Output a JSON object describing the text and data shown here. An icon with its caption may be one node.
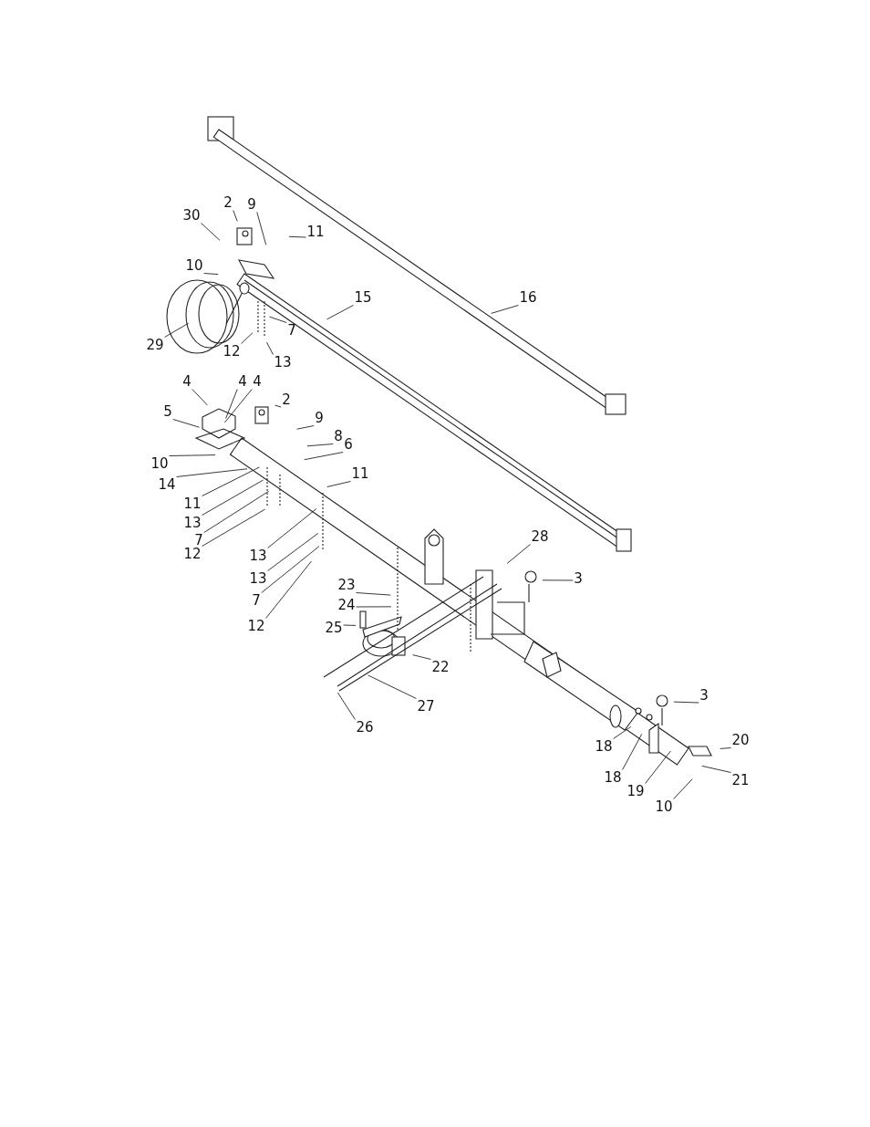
{
  "diagram": {
    "nodes": [
      {
        "text": [
          "30"
        ]
      },
      {
        "text": [
          "2"
        ]
      },
      {
        "text": [
          "9"
        ]
      },
      {
        "text": [
          "11"
        ]
      },
      {
        "text": [
          "10"
        ]
      },
      {
        "text": [
          "15"
        ]
      },
      {
        "text": [
          "16"
        ]
      },
      {
        "text": [
          "29"
        ]
      },
      {
        "text": [
          "7"
        ]
      },
      {
        "text": [
          "12"
        ]
      },
      {
        "text": [
          "13"
        ]
      },
      {
        "text": [
          "4"
        ]
      },
      {
        "text": [
          "4"
        ]
      },
      {
        "text": [
          "4"
        ]
      },
      {
        "text": [
          "2"
        ]
      },
      {
        "text": [
          "5"
        ]
      },
      {
        "text": [
          "9"
        ]
      },
      {
        "text": [
          "8"
        ]
      },
      {
        "text": [
          "6"
        ]
      },
      {
        "text": [
          "10"
        ]
      },
      {
        "text": [
          "14"
        ]
      },
      {
        "text": [
          "11"
        ]
      },
      {
        "text": [
          "11"
        ]
      },
      {
        "text": [
          "13"
        ]
      },
      {
        "text": [
          "7"
        ]
      },
      {
        "text": [
          "12"
        ]
      },
      {
        "text": [
          "13"
        ]
      },
      {
        "text": [
          "13"
        ]
      },
      {
        "text": [
          "7"
        ]
      },
      {
        "text": [
          "12"
        ]
      },
      {
        "text": [
          "23"
        ]
      },
      {
        "text": [
          "24"
        ]
      },
      {
        "text": [
          "25"
        ]
      },
      {
        "text": [
          "22"
        ]
      },
      {
        "text": [
          "27"
        ]
      },
      {
        "text": [
          "26"
        ]
      },
      {
        "text": [
          "28"
        ]
      },
      {
        "text": [
          "3"
        ]
      },
      {
        "text": [
          "3"
        ]
      },
      {
        "text": [
          "18"
        ]
      },
      {
        "text": [
          "18"
        ]
      },
      {
        "text": [
          "19"
        ]
      },
      {
        "text": [
          "20"
        ]
      },
      {
        "text": [
          "21"
        ]
      },
      {
        "text": [
          "10"
        ]
      }
    ],
    "edges": [
      {
        "from": 0,
        "to": null,
        "arrow": "none"
      },
      {
        "from": 1,
        "to": null,
        "arrow": "none"
      },
      {
        "from": 2,
        "to": null,
        "arrow": "none"
      },
      {
        "from": 3,
        "to": null,
        "arrow": "none"
      },
      {
        "from": 4,
        "to": null,
        "arrow": "none"
      },
      {
        "from": 5,
        "to": null,
        "arrow": "none"
      },
      {
        "from": 6,
        "to": null,
        "arrow": "none"
      },
      {
        "from": 7,
        "to": null,
        "arrow": "none"
      },
      {
        "from": 8,
        "to": null,
        "arrow": "none"
      },
      {
        "from": 9,
        "to": null,
        "arrow": "none"
      },
      {
        "from": 10,
        "to": null,
        "arrow": "none"
      },
      {
        "from": 11,
        "to": null,
        "arrow": "none"
      },
      {
        "from": 12,
        "to": null,
        "arrow": "none"
      },
      {
        "from": 13,
        "to": null,
        "arrow": "none"
      },
      {
        "from": 14,
        "to": null,
        "arrow": "none"
      },
      {
        "from": 15,
        "to": null,
        "arrow": "none"
      },
      {
        "from": 16,
        "to": null,
        "arrow": "none"
      },
      {
        "from": 17,
        "to": null,
        "arrow": "none"
      },
      {
        "from": 18,
        "to": null,
        "arrow": "none"
      },
      {
        "from": 19,
        "to": null,
        "arrow": "none"
      },
      {
        "from": 20,
        "to": null,
        "arrow": "none"
      },
      {
        "from": 21,
        "to": null,
        "arrow": "none"
      },
      {
        "from": 22,
        "to": null,
        "arrow": "none"
      },
      {
        "from": 23,
        "to": null,
        "arrow": "none"
      },
      {
        "from": 24,
        "to": null,
        "arrow": "none"
      },
      {
        "from": 25,
        "to": null,
        "arrow": "none"
      },
      {
        "from": 26,
        "to": null,
        "arrow": "none"
      },
      {
        "from": 27,
        "to": null,
        "arrow": "none"
      },
      {
        "from": 28,
        "to": null,
        "arrow": "none"
      },
      {
        "from": 29,
        "to": null,
        "arrow": "none"
      },
      {
        "from": 30,
        "to": null,
        "arrow": "none"
      },
      {
        "from": 31,
        "to": null,
        "arrow": "none"
      },
      {
        "from": 32,
        "to": null,
        "arrow": "none"
      },
      {
        "from": 33,
        "to": null,
        "arrow": "none"
      },
      {
        "from": 34,
        "to": null,
        "arrow": "none"
      },
      {
        "from": 35,
        "to": null,
        "arrow": "none"
      },
      {
        "from": 36,
        "to": null,
        "arrow": "none"
      },
      {
        "from": 37,
        "to": null,
        "arrow": "none"
      },
      {
        "from": 38,
        "to": null,
        "arrow": "none"
      },
      {
        "from": 39,
        "to": null,
        "arrow": "none"
      },
      {
        "from": 40,
        "to": null,
        "arrow": "none"
      },
      {
        "from": 41,
        "to": null,
        "arrow": "none"
      },
      {
        "from": 42,
        "to": null,
        "arrow": "none"
      },
      {
        "from": 43,
        "to": null,
        "arrow": "none"
      },
      {
        "from": 44,
        "to": null,
        "arrow": "none"
      }
    ]
  }
}
